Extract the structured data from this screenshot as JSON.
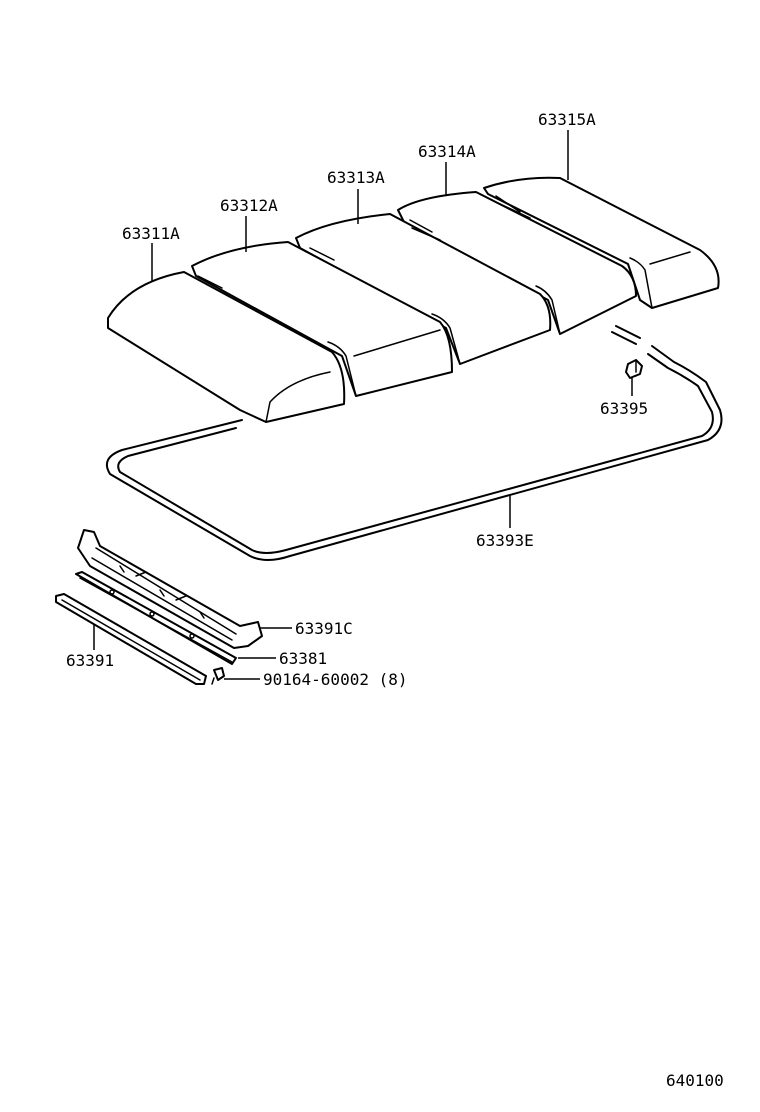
{
  "parts": {
    "p63311A": "63311A",
    "p63312A": "63312A",
    "p63313A": "63313A",
    "p63314A": "63314A",
    "p63315A": "63315A",
    "p63395": "63395",
    "p63393E": "63393E",
    "p63391C": "63391C",
    "p63381": "63381",
    "p63391": "63391",
    "p90164": "90164-60002 (8)"
  },
  "diagram_code": "640100"
}
